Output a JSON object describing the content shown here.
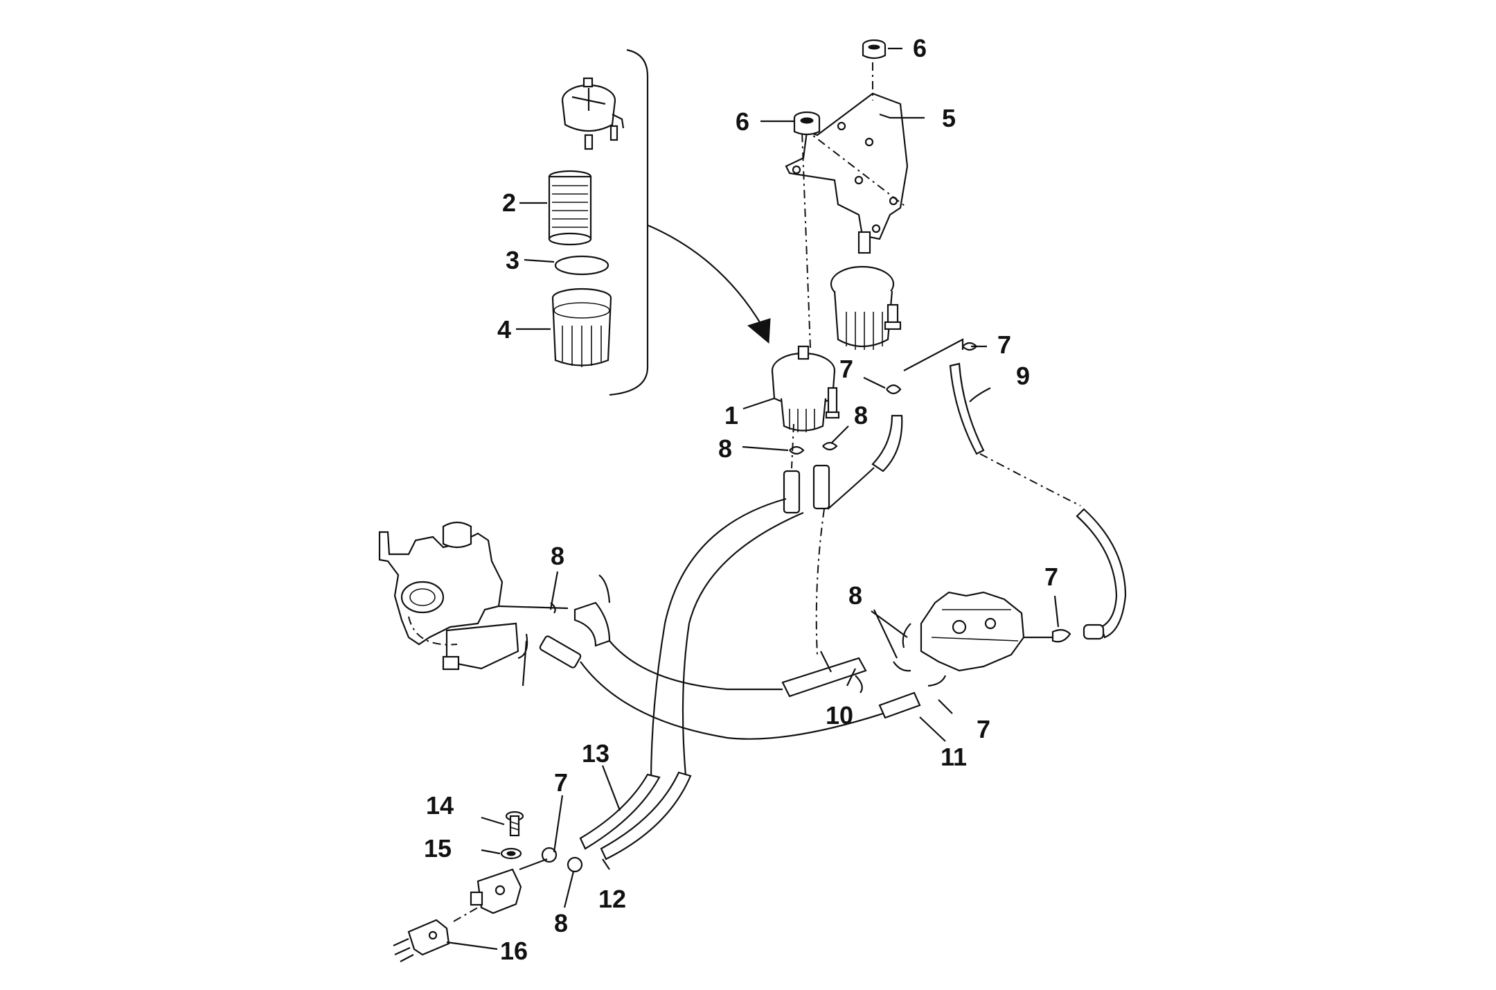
{
  "labels": {
    "l1": "1",
    "l2": "2",
    "l3": "3",
    "l4": "4",
    "l5": "5",
    "l6a": "6",
    "l6b": "6",
    "l7a": "7",
    "l7b": "7",
    "l7c": "7",
    "l7d": "7",
    "l7e": "7",
    "l8a": "8",
    "l8b": "8",
    "l8c": "8",
    "l8d": "8",
    "l8e": "8",
    "l9": "9",
    "l10": "10",
    "l11": "11",
    "l12": "12",
    "l13": "13",
    "l14": "14",
    "l15": "15",
    "l16": "16"
  },
  "colors": {
    "ink": "#111111",
    "background": "#ffffff"
  }
}
